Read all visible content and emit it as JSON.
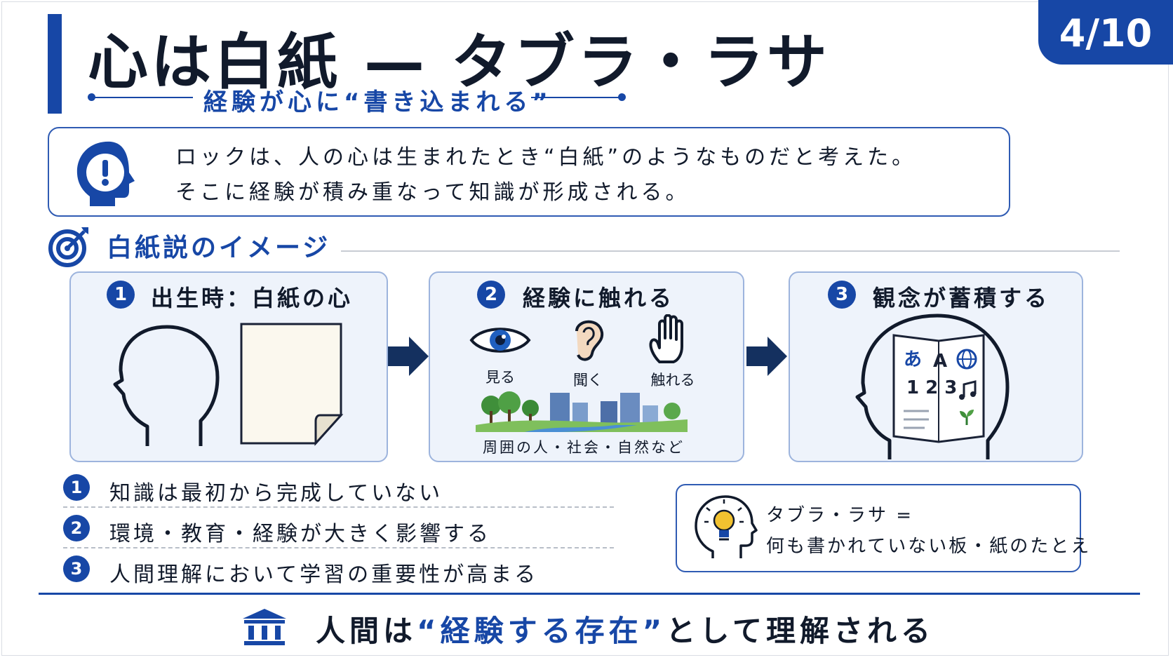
{
  "page": {
    "badge": "4/10"
  },
  "header": {
    "title": "心は白紙 — タブラ・ラサ",
    "subtitle": "経験が心に“書き込まれる”"
  },
  "intro": {
    "line1": "ロックは、人の心は生まれたとき“白紙”のようなものだと考えた。",
    "line2": "そこに経験が積み重なって知識が形成される。"
  },
  "section": {
    "title": "白紙説のイメージ"
  },
  "steps": [
    {
      "num": "1",
      "title": "出生時：白紙の心"
    },
    {
      "num": "2",
      "title": "経験に触れる",
      "senses": [
        "見る",
        "聞く",
        "触れる"
      ],
      "environment": "周囲の人・社会・自然など"
    },
    {
      "num": "3",
      "title": "観念が蓄積する",
      "book_glyphs": {
        "kana": "あ",
        "latin": "A",
        "numbers": "1 2 3"
      }
    }
  ],
  "points": [
    {
      "num": "1",
      "text": "知識は最初から完成していない"
    },
    {
      "num": "2",
      "text": "環境・教育・経験が大きく影響する"
    },
    {
      "num": "3",
      "text": "人間理解において学習の重要性が高まる"
    }
  ],
  "definition": {
    "line1": "タブラ・ラサ =",
    "line2": "何も書かれていない板・紙のたとえ"
  },
  "conclusion": {
    "pre": "人間は",
    "highlight": "“経験する存在”",
    "post": "として理解される"
  },
  "colors": {
    "accent": "#1747a6",
    "card_bg": "#eef3fb",
    "text": "#111a2b"
  },
  "icons": [
    "head-exclamation-icon",
    "target-icon",
    "head-silhouette-icon",
    "blank-paper-icon",
    "arrow-right-icon",
    "eye-icon",
    "ear-icon",
    "hand-icon",
    "city-nature-icon",
    "head-book-icon",
    "globe-icon",
    "music-note-icon",
    "sprout-icon",
    "lightbulb-head-icon",
    "institution-icon"
  ]
}
